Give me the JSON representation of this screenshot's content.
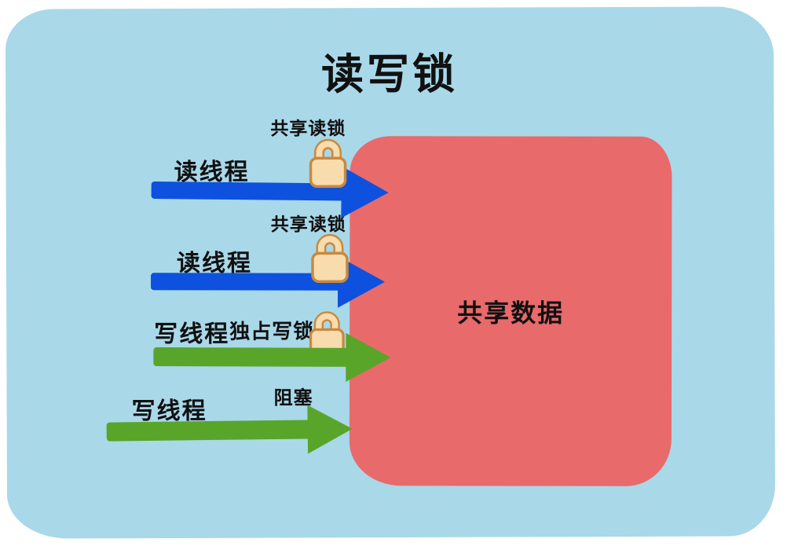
{
  "title": "读写锁",
  "palette": {
    "background": "#a9d8e9",
    "shared_data_fill": "#e96a6b",
    "read_arrow": "#0d51de",
    "write_arrow": "#58a52a",
    "lock_fill": "#f8dcae",
    "lock_stroke": "#c9893f",
    "text": "#111111"
  },
  "shared_data": {
    "label": "共享数据"
  },
  "rows": [
    {
      "thread_label": "读线程",
      "annotation": "共享读锁"
    },
    {
      "thread_label": "读线程",
      "annotation": "共享读锁"
    },
    {
      "thread_label": "写线程",
      "annotation": "独占写锁"
    },
    {
      "thread_label": "写线程",
      "annotation": "阻塞"
    }
  ]
}
